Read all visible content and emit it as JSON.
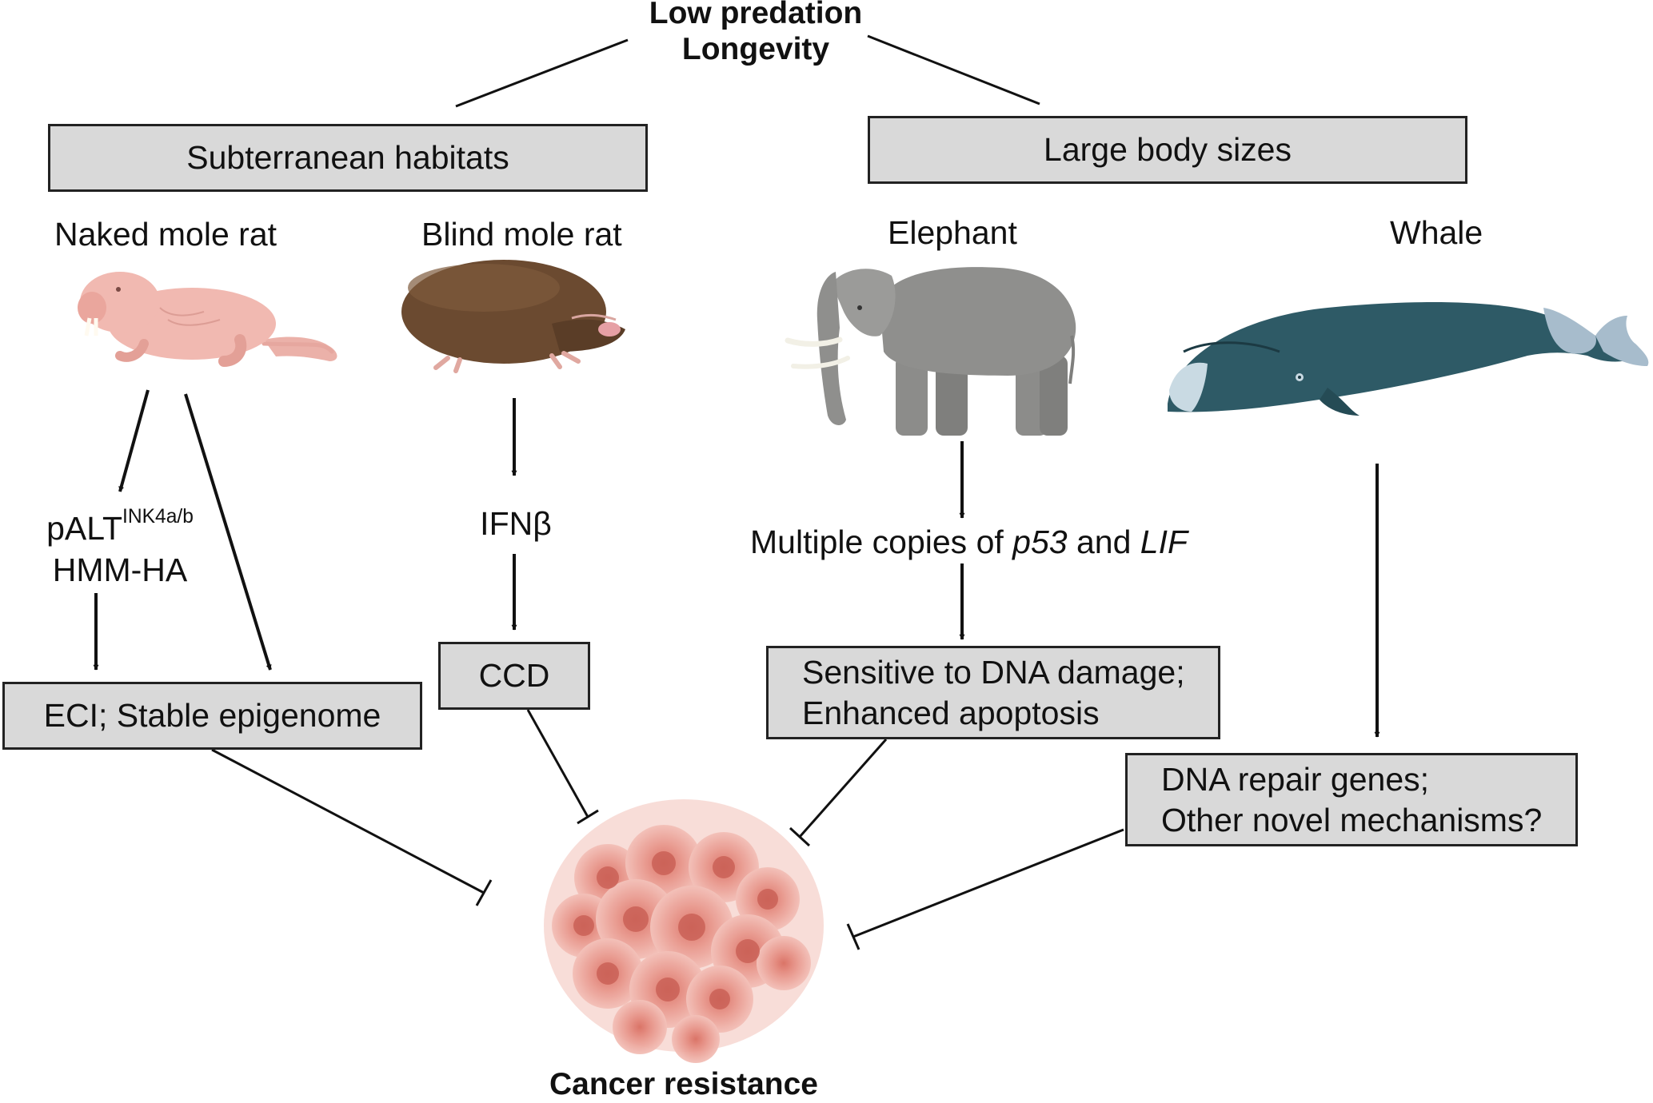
{
  "header": {
    "line1": "Low predation",
    "line2": "Longevity"
  },
  "categories": {
    "left": "Subterranean habitats",
    "right": "Large body sizes"
  },
  "animals": {
    "naked_mole_rat": "Naked mole rat",
    "blind_mole_rat": "Blind mole rat",
    "elephant": "Elephant",
    "whale": "Whale"
  },
  "mechanisms": {
    "nmr_main": "pALT",
    "nmr_sup": "INK4a/b",
    "nmr_line2": "HMM-HA",
    "bmr": "IFNβ",
    "elephant_prefix": "Multiple copies of ",
    "elephant_gene1": "p53",
    "elephant_mid": " and ",
    "elephant_gene2": "LIF"
  },
  "outcomes": {
    "nmr": "ECI; Stable epigenome",
    "bmr": "CCD",
    "elephant_line1": "Sensitive to DNA damage;",
    "elephant_line2": "Enhanced apoptosis",
    "whale_line1": "DNA repair genes;",
    "whale_line2": "Other novel mechanisms?"
  },
  "result": "Cancer resistance",
  "colors": {
    "box_fill": "#d9d9d9",
    "naked_mole_rat": "#f0b8b0",
    "blind_mole_rat": "#6b4a30",
    "elephant": "#8f8f8d",
    "whale": "#2e5a66",
    "tumor": "#e8958a"
  }
}
